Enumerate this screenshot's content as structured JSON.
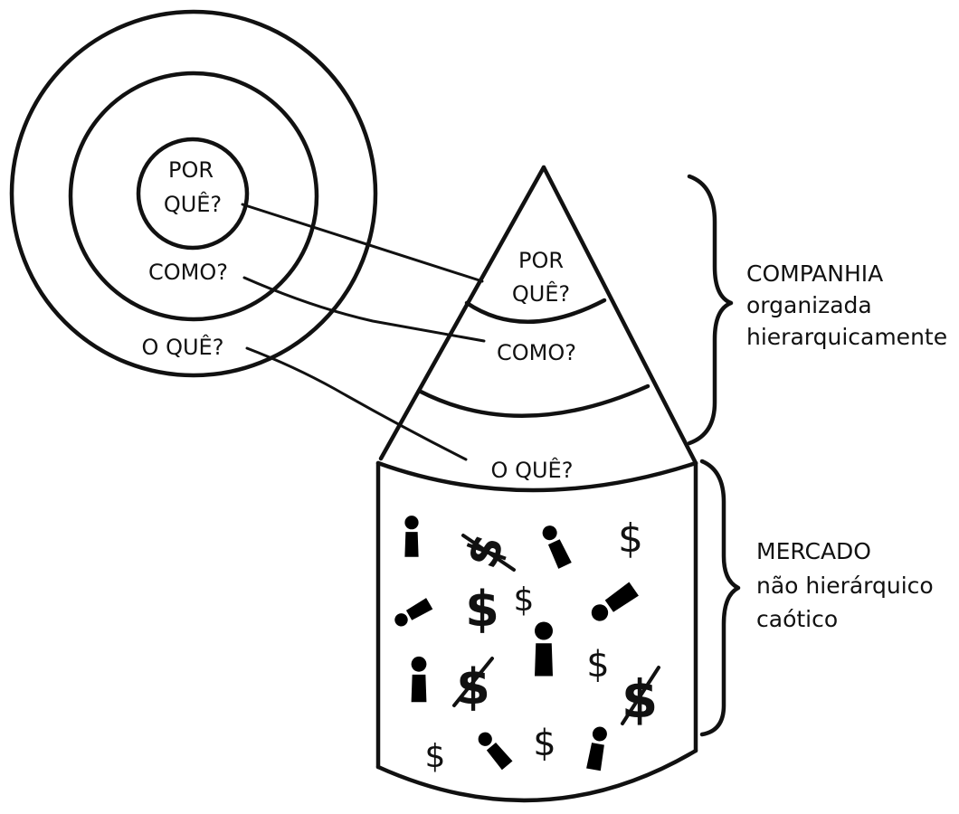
{
  "circles": {
    "why_lines": [
      "POR",
      "QUÊ?"
    ],
    "how": "COMO?",
    "what": "O QUÊ?"
  },
  "cone": {
    "why_lines": [
      "POR",
      "QUÊ?"
    ],
    "how": "COMO?",
    "what": "O QUÊ?"
  },
  "company_note": {
    "lines": [
      "COMPANHIA",
      "organizada",
      "hierarquicamente"
    ]
  },
  "market_note": {
    "lines": [
      "MERCADO",
      "não hierárquico",
      "caótico"
    ]
  },
  "market_symbols": {
    "currency": "$",
    "icon": "person-icon"
  },
  "colors": {
    "ink": "#111111",
    "background": "#ffffff"
  }
}
